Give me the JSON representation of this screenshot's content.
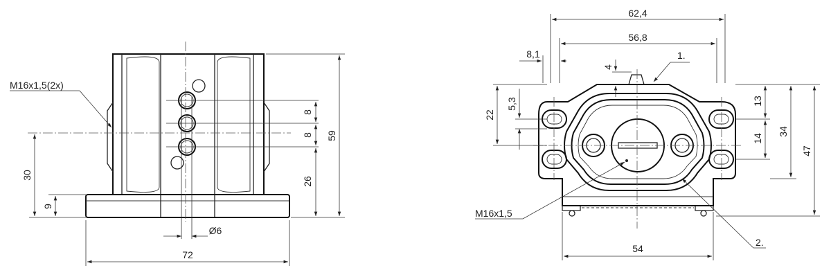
{
  "left_view": {
    "callout_thread": "M16x1,5(2x)",
    "dim_width": "72",
    "dim_height_total": "59",
    "dim_axis_height": "30",
    "dim_base": "9",
    "dim_pitch_upper": "8",
    "dim_pitch_lower": "8",
    "dim_lower_height": "26",
    "dim_diameter": "Ø6"
  },
  "right_view": {
    "dim_overall_width": "62,4",
    "dim_hole_spacing": "56,8",
    "dim_offset": "8,1",
    "dim_tab": "4",
    "marker_1": "1.",
    "marker_2": "2.",
    "dim_left_height": "22",
    "dim_slot_offset": "5,3",
    "dim_13": "13",
    "dim_14": "14",
    "dim_34": "34",
    "dim_47": "47",
    "callout_thread": "M16x1,5",
    "dim_bottom_width": "54"
  }
}
